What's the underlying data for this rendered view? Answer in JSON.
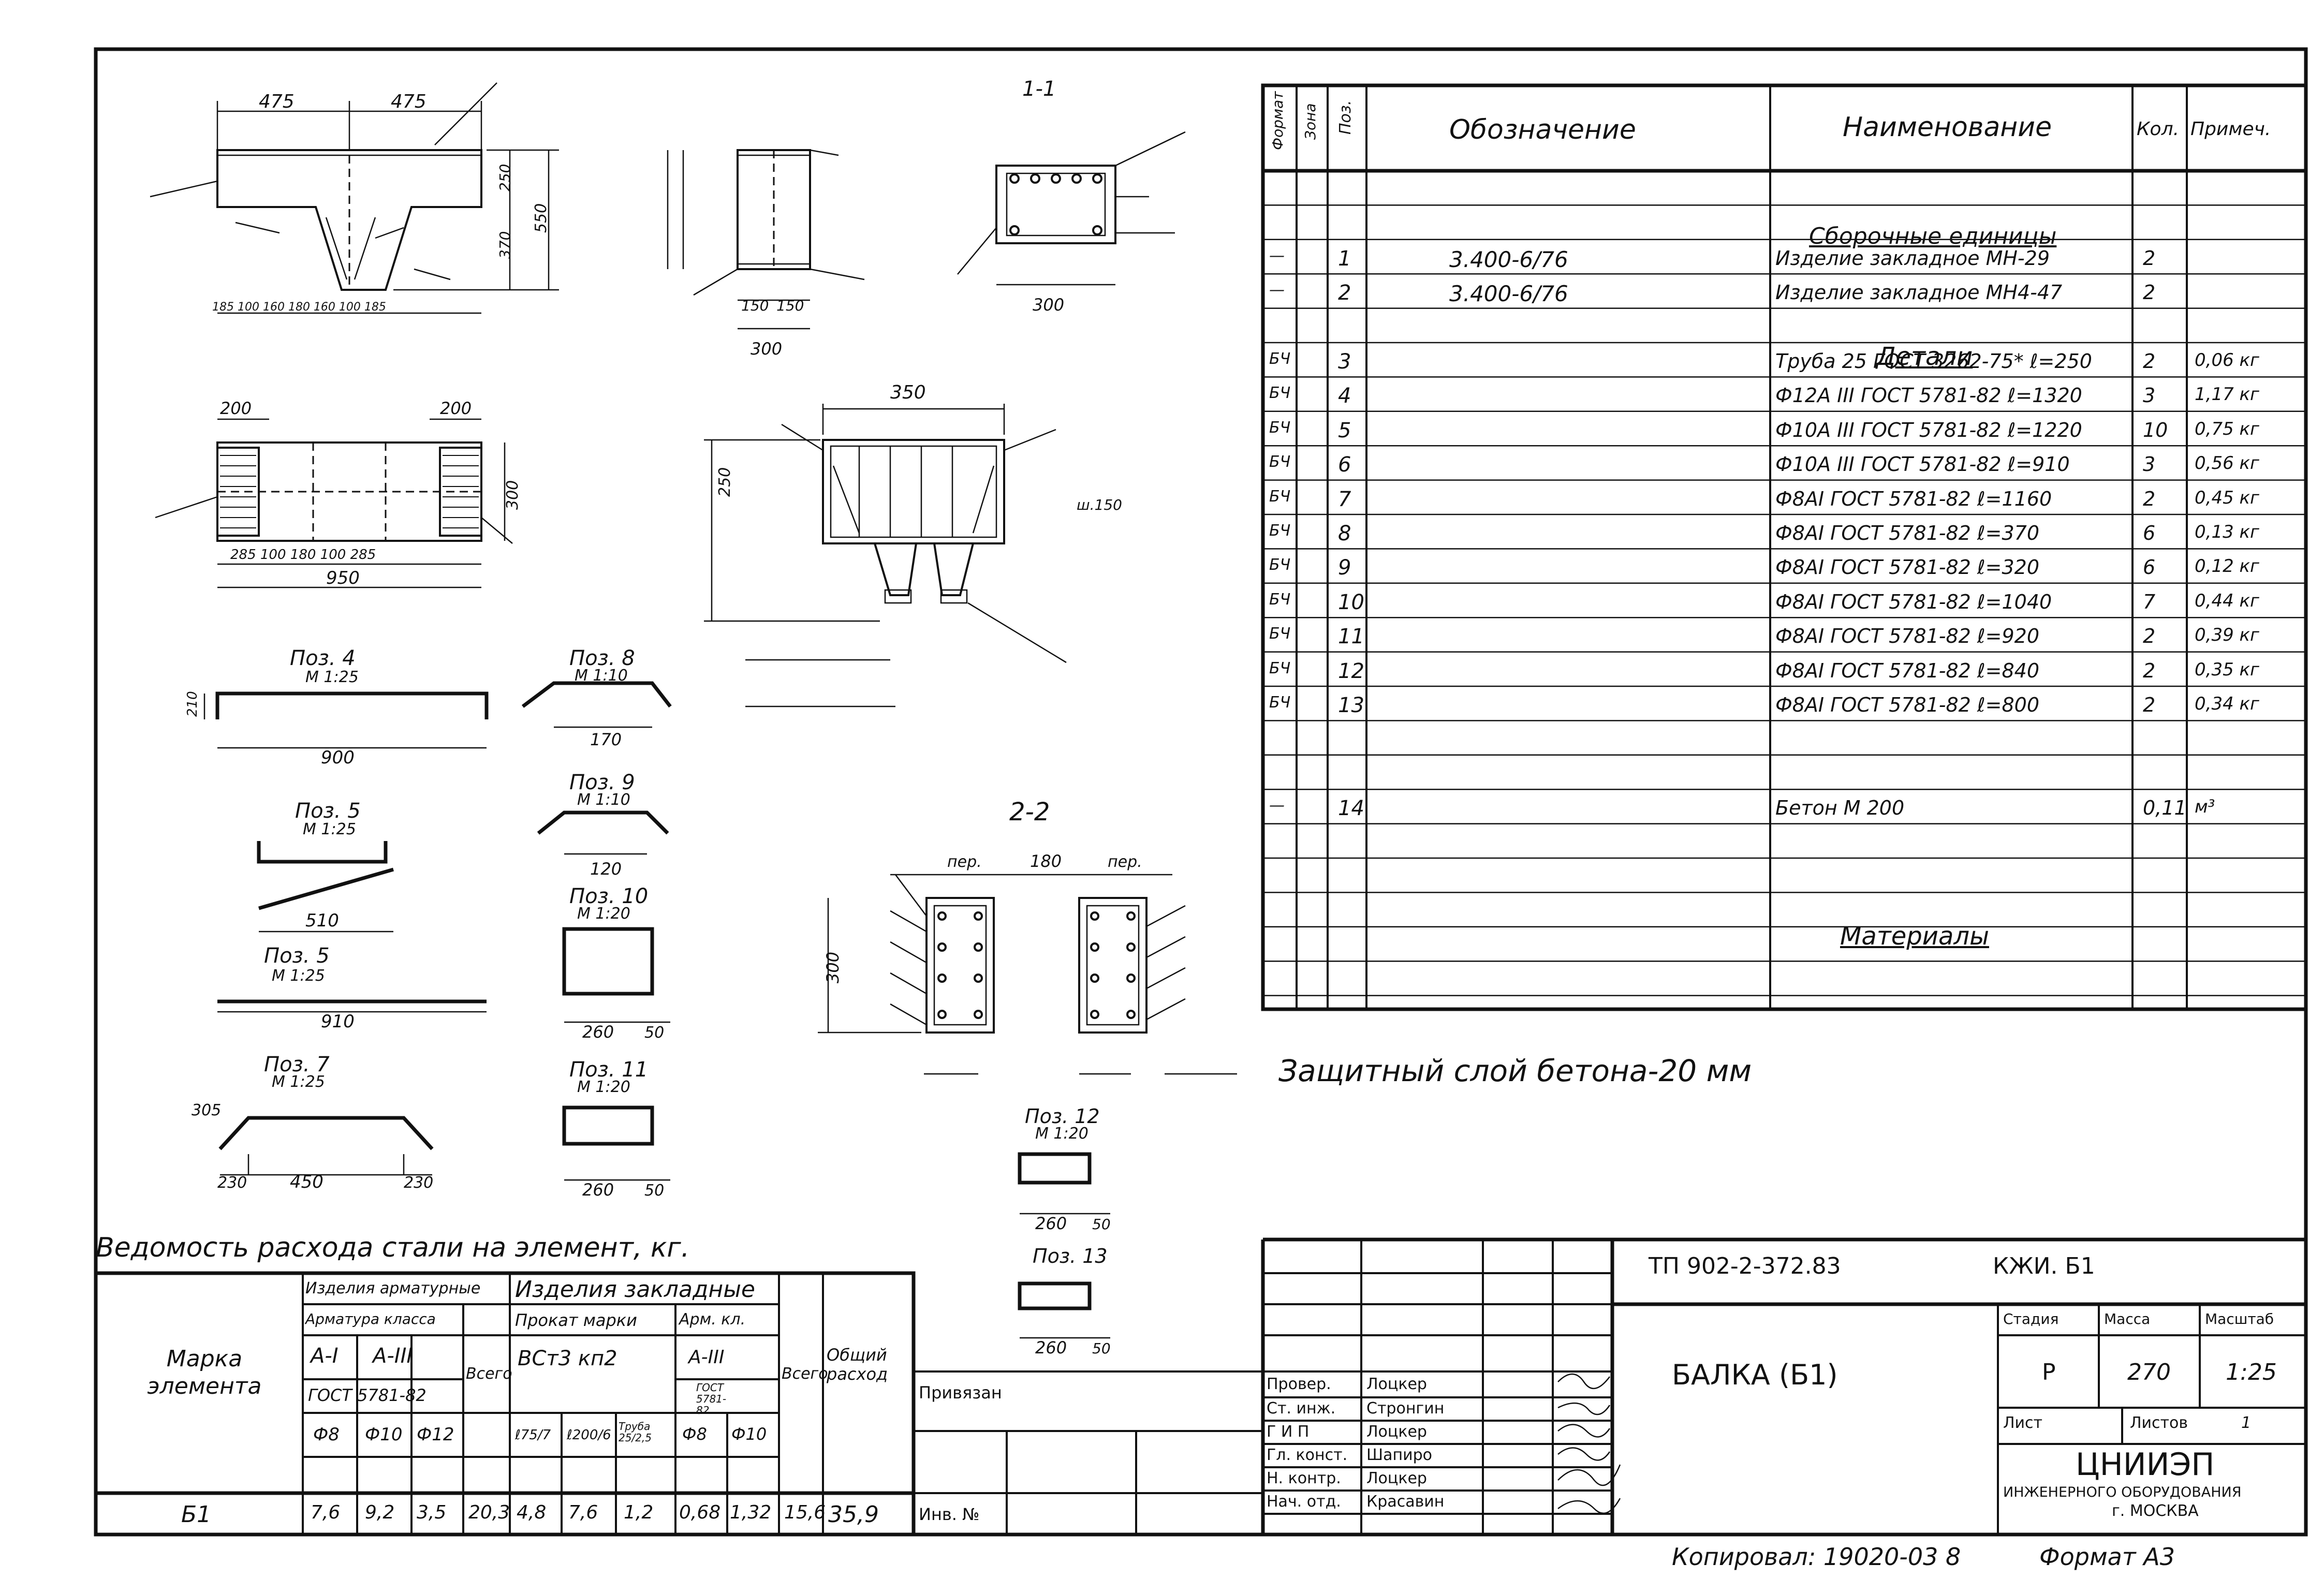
{
  "spec_header": {
    "format": "Формат",
    "zone": "Зона",
    "pos": "Поз.",
    "designation": "Обозначение",
    "name": "Наименование",
    "qty": "Кол.",
    "note": "Примеч."
  },
  "spec_sections": {
    "assemblies": "Сборочные единицы",
    "details": "Детали",
    "materials": "Материалы"
  },
  "spec_rows": [
    {
      "fmt": "—",
      "pos": "1",
      "des": "3.400-6/76",
      "name": "Изделие закладное МН-29",
      "qty": "2",
      "note": ""
    },
    {
      "fmt": "—",
      "pos": "2",
      "des": "3.400-6/76",
      "name": "Изделие закладное МН4-47",
      "qty": "2",
      "note": ""
    },
    {
      "fmt": "БЧ",
      "pos": "3",
      "des": "",
      "name": "Труба 25 ГОСТ 3262-75* ℓ=250",
      "qty": "2",
      "note": "0,06 кг"
    },
    {
      "fmt": "БЧ",
      "pos": "4",
      "des": "",
      "name": "Ф12А III ГОСТ 5781-82 ℓ=1320",
      "qty": "3",
      "note": "1,17 кг"
    },
    {
      "fmt": "БЧ",
      "pos": "5",
      "des": "",
      "name": "Ф10А III ГОСТ 5781-82 ℓ=1220",
      "qty": "10",
      "note": "0,75 кг"
    },
    {
      "fmt": "БЧ",
      "pos": "6",
      "des": "",
      "name": "Ф10А III ГОСТ 5781-82 ℓ=910",
      "qty": "3",
      "note": "0,56 кг"
    },
    {
      "fmt": "БЧ",
      "pos": "7",
      "des": "",
      "name": "Ф8АI ГОСТ 5781-82 ℓ=1160",
      "qty": "2",
      "note": "0,45 кг"
    },
    {
      "fmt": "БЧ",
      "pos": "8",
      "des": "",
      "name": "Ф8АI ГОСТ 5781-82 ℓ=370",
      "qty": "6",
      "note": "0,13 кг"
    },
    {
      "fmt": "БЧ",
      "pos": "9",
      "des": "",
      "name": "Ф8АI ГОСТ 5781-82 ℓ=320",
      "qty": "6",
      "note": "0,12 кг"
    },
    {
      "fmt": "БЧ",
      "pos": "10",
      "des": "",
      "name": "Ф8АI ГОСТ 5781-82 ℓ=1040",
      "qty": "7",
      "note": "0,44 кг"
    },
    {
      "fmt": "БЧ",
      "pos": "11",
      "des": "",
      "name": "Ф8АI ГОСТ 5781-82 ℓ=920",
      "qty": "2",
      "note": "0,39 кг"
    },
    {
      "fmt": "БЧ",
      "pos": "12",
      "des": "",
      "name": "Ф8АI ГОСТ 5781-82 ℓ=840",
      "qty": "2",
      "note": "0,35 кг"
    },
    {
      "fmt": "БЧ",
      "pos": "13",
      "des": "",
      "name": "Ф8АI ГОСТ 5781-82 ℓ=800",
      "qty": "2",
      "note": "0,34 кг"
    },
    {
      "fmt": "—",
      "pos": "14",
      "des": "",
      "name": "Бетон М 200",
      "qty": "0,11",
      "note": "м³"
    }
  ],
  "protective_layer_note": "Защитный слой бетона-20 мм",
  "steel_table": {
    "caption": "Ведомость расхода стали на элемент, кг.",
    "mark_label": "Марка элемента",
    "group_reinf": "Изделия арматурные",
    "group_embed": "Изделия закладные",
    "reinf_class": "Арматура класса",
    "a1": "А-I",
    "a3": "А-III",
    "gost": "ГОСТ 5781-82",
    "total": "Всего",
    "prokat": "Прокат марки",
    "vst3": "ВСт3 кп2",
    "arm_kl": "Арм. кл.",
    "a3b": "А-III",
    "gost2": "ГОСТ 5781-82",
    "total2": "Всего",
    "overall": "Общий расход",
    "sub_d8": "Ф8",
    "sub_d10": "Ф10",
    "sub_d12": "Ф12",
    "sub_1": "ℓ75/7",
    "sub_2": "ℓ200/6",
    "sub_3": "Труба 25/2,5",
    "sub_4": "Ф8",
    "sub_5": "Ф10",
    "row_mark": "Б1",
    "values": [
      "7,6",
      "9,2",
      "3,5",
      "20,3",
      "4,8",
      "7,6",
      "1,2",
      "0,68",
      "1,32",
      "15,6",
      "35,9"
    ]
  },
  "stamp": {
    "privyazan": "Привязан",
    "inv": "Инв. №",
    "roles": [
      "Провер.",
      "Ст. инж.",
      "Г И П",
      "Гл. конст.",
      "Н. контр.",
      "Нач. отд."
    ],
    "names": [
      "Лоцкер",
      "Стронгин",
      "Лоцкер",
      "Шапиро",
      "Лоцкер",
      "Красавин"
    ],
    "code": "ТП 902-2-372.83",
    "sheet_code": "КЖИ. Б1",
    "title": "БАЛКА (Б1)",
    "stage_label": "Стадия",
    "mass_label": "Масса",
    "scale_label": "Масштаб",
    "stage": "Р",
    "mass": "270",
    "scale": "1:25",
    "list_label": "Лист",
    "lists_label": "Листов",
    "lists_value": "1",
    "org1": "ЦНИИЭП",
    "org2": "ИНЖЕНЕРНОГО ОБОРУДОВАНИЯ",
    "org3": "г. МОСКВА",
    "copied": "Копировал: 19020-03 8",
    "format": "Формат А3"
  },
  "drawing_labels": {
    "sec11": "1-1",
    "sec22": "2-2",
    "poz4": "Поз. 4",
    "poz4s": "М 1:25",
    "poz4w": "900",
    "poz4h": "210",
    "poz5a": "Поз. 5",
    "poz5as": "М 1:25",
    "poz5aw": "510",
    "poz5b": "Поз. 5",
    "poz5bs": "М 1:25",
    "poz5bw": "910",
    "poz7": "Поз. 7",
    "poz7s": "М 1:25",
    "poz7w": "450",
    "poz7l": "230",
    "poz7r": "230",
    "poz7d": "305",
    "poz8": "Поз. 8",
    "poz8s": "М 1:10",
    "poz8w": "170",
    "poz9": "Поз. 9",
    "poz9s": "М 1:10",
    "poz9w": "120",
    "poz10": "Поз. 10",
    "poz10s": "М 1:20",
    "poz10w": "260",
    "poz10b": "50",
    "poz11": "Поз. 11",
    "poz11s": "М 1:20",
    "poz11w": "260",
    "poz11b": "50",
    "poz12": "Поз. 12",
    "poz12s": "М 1:20",
    "poz12w": "260",
    "poz12b": "50",
    "poz13": "Поз. 13",
    "poz13w": "260",
    "poz13b": "50",
    "d475a": "475",
    "d475b": "475",
    "d550": "550",
    "d250": "250",
    "d370": "370",
    "d200a": "200",
    "d200b": "200",
    "d300": "300",
    "d950": "950",
    "d285a": "285",
    "d285b": "285",
    "d150a": "150",
    "d150b": "150",
    "d350": "350",
    "d250b": "250",
    "d300b": "300",
    "d300c": "300",
    "per1": "пер.",
    "per2": "пер.",
    "d180": "180",
    "d300d": "300",
    "bot_dims_front": "185 100 160 180 160 100 185",
    "bot_dims_plan": "285 100 180 100 285",
    "w150": "ш.150"
  }
}
